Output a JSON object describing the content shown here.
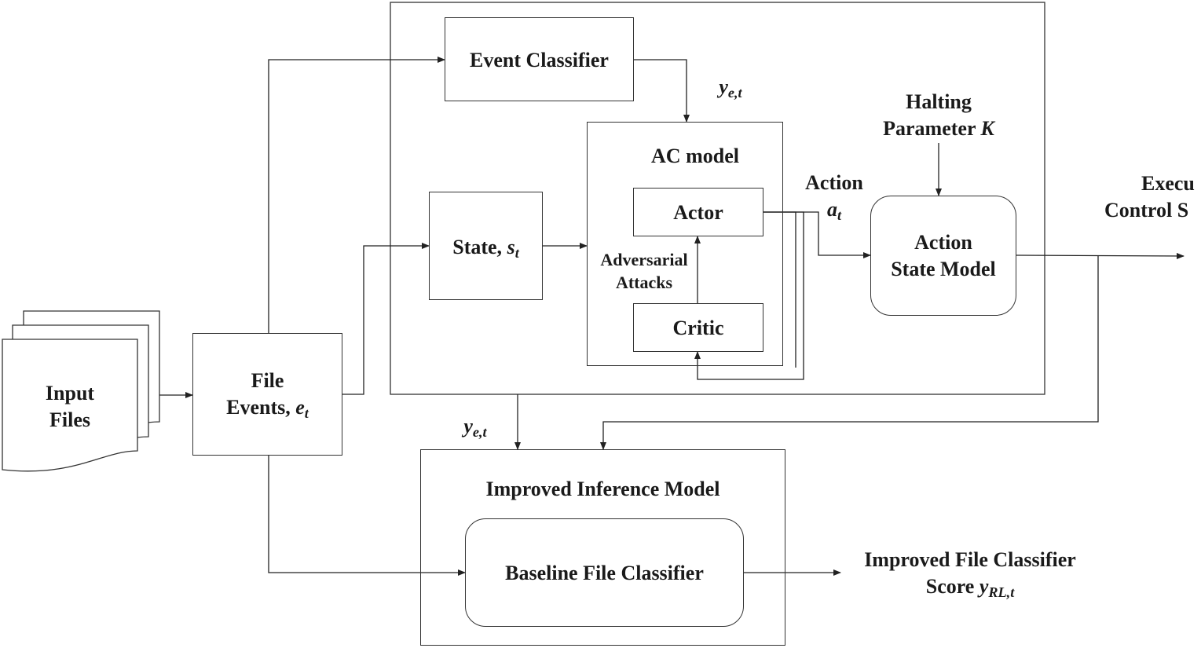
{
  "nodes": {
    "input_files": [
      "Input",
      "Files"
    ],
    "file_events": [
      "File",
      "Events, "
    ],
    "event_classifier": "Event Classifier",
    "state": "State, ",
    "ac_model": "AC model",
    "actor": "Actor",
    "critic": "Critic",
    "adversarial_attacks": [
      "Adversarial",
      "Attacks"
    ],
    "action_state_model": [
      "Action",
      "State Model"
    ],
    "improved_inference_model": "Improved Inference Model",
    "baseline_file_classifier": "Baseline File Classifier"
  },
  "labels": {
    "halting_parameter": [
      "Halting",
      "Parameter "
    ],
    "action": "Action",
    "execution_control": [
      "Execu",
      "Control S"
    ],
    "improved_score": [
      "Improved File Classifier",
      "Score "
    ]
  },
  "symbols": {
    "e": "e",
    "t": "t",
    "s": "s",
    "a": "a",
    "K": "K",
    "y": "y",
    "et": "e,t",
    "rlt": "RL,t"
  }
}
